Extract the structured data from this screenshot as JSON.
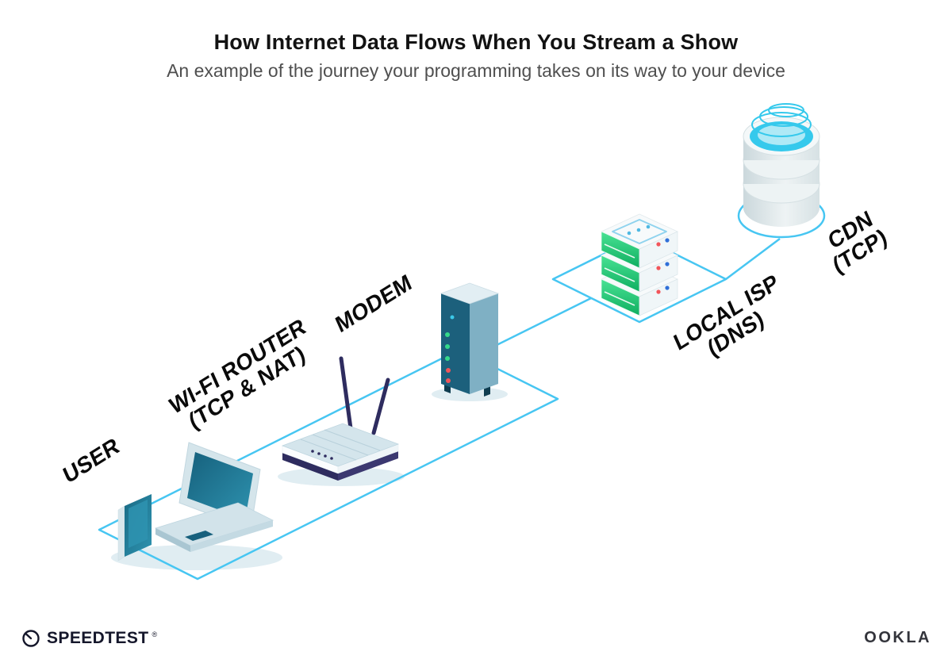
{
  "header": {
    "title": "How Internet Data Flows When You Stream a Show",
    "subtitle": "An example of the journey your programming takes on its way to your device"
  },
  "nodes": [
    {
      "id": "user",
      "label": "USER",
      "device": "smartphone-and-laptop"
    },
    {
      "id": "wifi-router",
      "label": "WI-FI ROUTER",
      "sublabel": "(TCP & NAT)",
      "device": "wifi-router"
    },
    {
      "id": "modem",
      "label": "MODEM",
      "device": "modem-tower"
    },
    {
      "id": "local-isp",
      "label": "LOCAL ISP",
      "sublabel": "(DNS)",
      "device": "server-stack"
    },
    {
      "id": "cdn",
      "label": "CDN",
      "sublabel": "(TCP)",
      "device": "database-cylinders"
    }
  ],
  "footer": {
    "speedtest": "SPEEDTEST",
    "speedtest_mark": "®",
    "ookla": "OOKLA"
  },
  "colors": {
    "path_blue": "#47C6F2",
    "device_teal": "#1C607C",
    "router_navy": "#2E2C5F",
    "server_green": "#1FC877",
    "led_green": "#35D98A",
    "led_red": "#F2555A",
    "cdn_cyan": "#35C9EC",
    "title_text": "#121212",
    "subtitle_text": "#4F4F4F",
    "footer_dark": "#15172B"
  }
}
